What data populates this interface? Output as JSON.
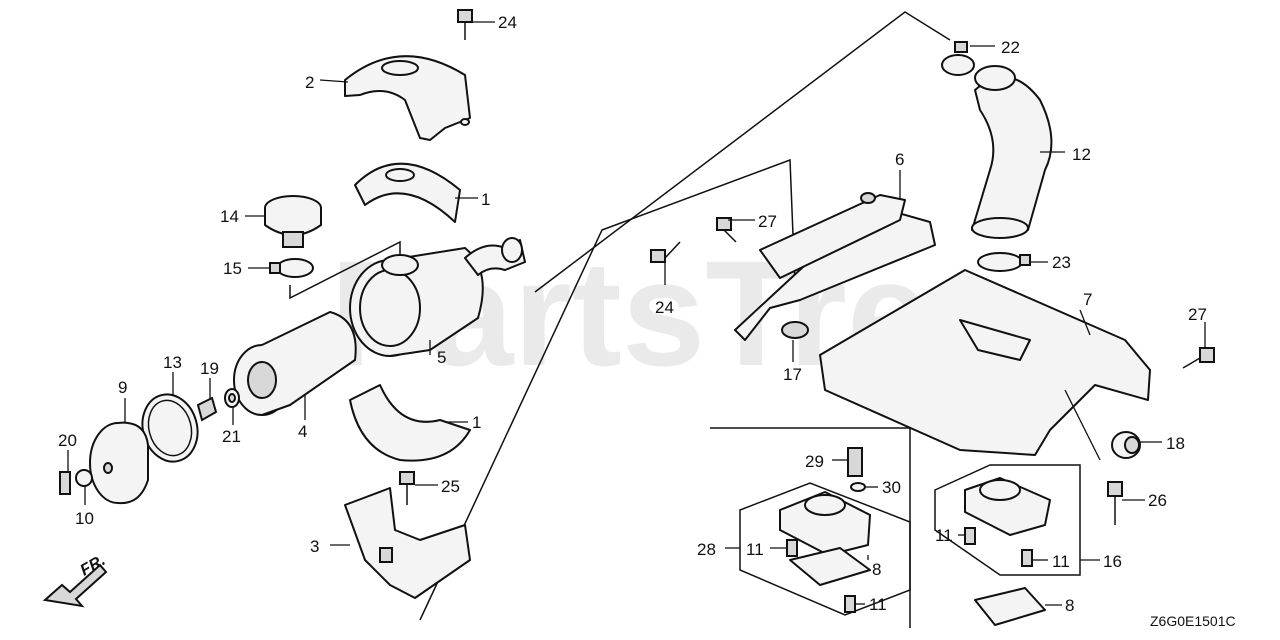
{
  "watermark": "PartsTree",
  "drawing_code": "Z6G0E1501C",
  "direction_label": "FR.",
  "callouts": {
    "c24a": "24",
    "c22": "22",
    "c2": "2",
    "c6": "6",
    "c12": "12",
    "c1a": "1",
    "c14": "14",
    "c27a": "27",
    "c15": "15",
    "c23": "23",
    "c24b": "24",
    "c7": "7",
    "c27b": "27",
    "c5": "5",
    "c13": "13",
    "c19": "19",
    "c9": "9",
    "c17": "17",
    "c21": "21",
    "c4": "4",
    "c1b": "1",
    "c20": "20",
    "c18": "18",
    "c29": "29",
    "c10": "10",
    "c25": "25",
    "c30": "30",
    "c26": "26",
    "c3": "3",
    "c28": "28",
    "c11a": "11",
    "c11b": "11",
    "c11c": "11",
    "c16": "16",
    "c8a": "8",
    "c11d": "11",
    "c8b": "8"
  }
}
